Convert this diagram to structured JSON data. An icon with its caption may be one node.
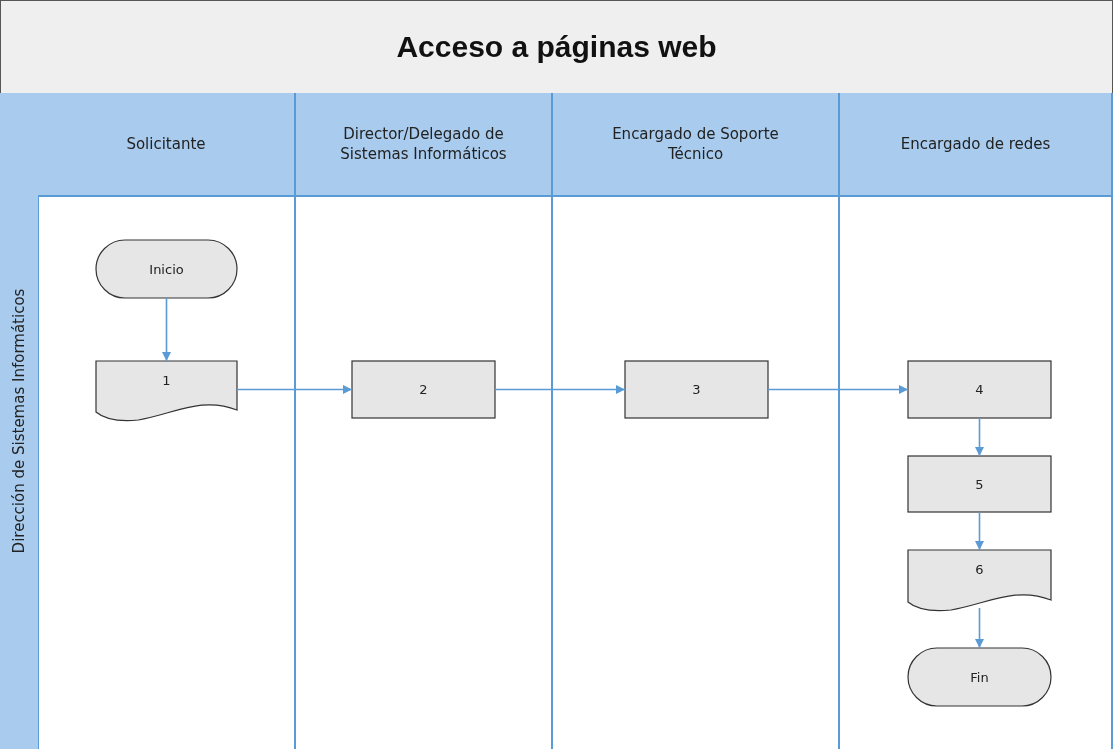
{
  "diagram": {
    "title": "Acceso a páginas web",
    "nodes": [
      {
        "text": [
          "Dirección de Sistemas Informáticos"
        ]
      },
      {
        "text": [
          "Solicitante"
        ]
      },
      {
        "text": [
          "Director/Delegado de Sistemas Informáticos"
        ]
      },
      {
        "text": [
          "Encargado de Soporte Técnico"
        ]
      },
      {
        "text": [
          "Encargado de redes"
        ]
      },
      {
        "text": [
          "Inicio"
        ],
        "in": 1
      },
      {
        "text": [
          "1"
        ],
        "in": 1
      },
      {
        "text": [
          "2"
        ],
        "in": 2
      },
      {
        "text": [
          "3"
        ],
        "in": 3
      },
      {
        "text": [
          "4"
        ],
        "in": 4
      },
      {
        "text": [
          "5"
        ],
        "in": 4
      },
      {
        "text": [
          "6"
        ],
        "in": 4
      },
      {
        "text": [
          "Fin"
        ],
        "in": 4
      }
    ],
    "edges": [
      {
        "from": 5,
        "to": 6,
        "arrow": "to"
      },
      {
        "from": 6,
        "to": 7,
        "arrow": "to"
      },
      {
        "from": 7,
        "to": 8,
        "arrow": "to"
      },
      {
        "from": 8,
        "to": 9,
        "arrow": "to"
      },
      {
        "from": 9,
        "to": 10,
        "arrow": "to"
      },
      {
        "from": 10,
        "to": 11,
        "arrow": "to"
      },
      {
        "from": 11,
        "to": 12,
        "arrow": "to"
      }
    ]
  }
}
